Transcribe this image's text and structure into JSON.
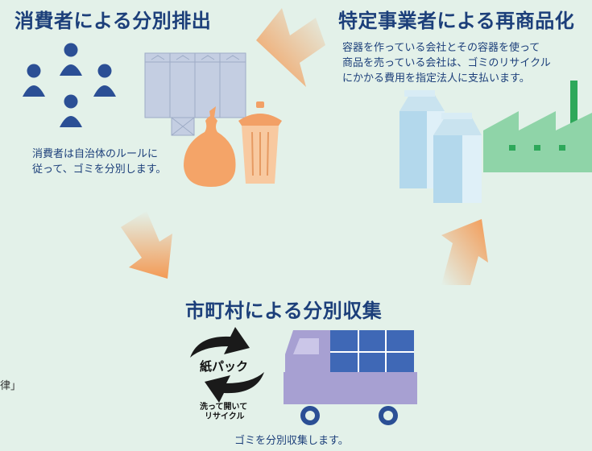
{
  "sections": {
    "consumer": {
      "title": "消費者による分別排出",
      "desc_line1": "消費者は自治体のルールに",
      "desc_line2": "従って、ゴミを分別します。"
    },
    "business": {
      "title": "特定事業者による再商品化",
      "desc_line1": "容器を作っている会社とその容器を使って",
      "desc_line2": "商品を売っている会社は、ゴミのリサイクル",
      "desc_line3": "にかかる費用を指定法人に支払います。"
    },
    "municipality": {
      "title": "市町村による分別収集",
      "caption": "ゴミを分別収集します。"
    }
  },
  "mark": {
    "main_label": "紙パック",
    "sub_line1": "洗って開いて",
    "sub_line2": "リサイクル"
  },
  "edge_fragment": "律」",
  "colors": {
    "background": "#e3f1e9",
    "text": "#1c3f7a",
    "arrow": "#f39a55",
    "people": "#2b4f95",
    "trash_bag": "#f4a468",
    "trash_can": "#f8c9a0",
    "factory": "#8fd4a8",
    "truck_body": "#a7a0d2",
    "truck_cargo": "#3f68b6"
  }
}
